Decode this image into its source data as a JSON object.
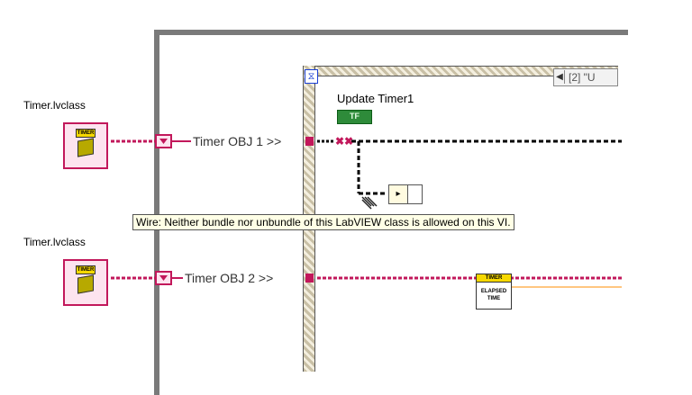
{
  "diagram": {
    "class_nodes": [
      {
        "label": "Timer.lvclass",
        "badge": "TIMER"
      },
      {
        "label": "Timer.lvclass",
        "badge": "TIMER"
      }
    ],
    "tunnels": [
      {
        "label": "Timer OBJ 1 >>"
      },
      {
        "label": "Timer OBJ 2 >>"
      }
    ],
    "event_structure": {
      "case_selector_text": "[2] \"U",
      "event_label": "Update Timer1",
      "bool_constant": "TF"
    },
    "elapsed_subvi": {
      "badge": "TIMER",
      "caption_line1": "ELAPSED",
      "caption_line2": "TIME"
    },
    "tooltip": "Wire: Neither bundle nor unbundle of this LabVIEW class is allowed on this VI.",
    "colors": {
      "class_wire": "#c2185b",
      "broken_wire": "#000000",
      "structure_frame": "#7a7a7a",
      "orange_wire": "#ff8c00"
    }
  }
}
